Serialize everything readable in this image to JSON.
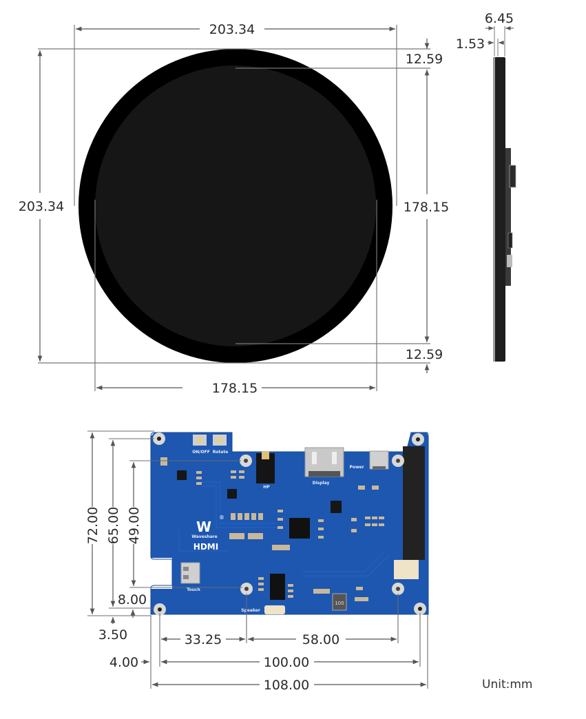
{
  "front_view": {
    "outer_width": "203.34",
    "outer_height": "203.34",
    "display_width": "178.15",
    "display_height": "178.15",
    "bezel_top": "12.59",
    "bezel_bottom": "12.59"
  },
  "side_view": {
    "total_thickness": "6.45",
    "glass_thickness": "1.53"
  },
  "board_view": {
    "height_total": "72.00",
    "height_hole_top": "65.00",
    "height_hole_mid": "49.00",
    "hole_offset_bottom": "8.00",
    "edge_offset_bottom": "3.50",
    "edge_offset_left": "4.00",
    "hole_spacing_left": "33.25",
    "hole_spacing_right": "58.00",
    "hole_spacing_total": "100.00",
    "board_width": "108.00",
    "labels": {
      "onoff": "ON/OFF",
      "rotate": "Rotate",
      "hp": "HP",
      "display": "Display",
      "power": "Power",
      "brand": "Waveshare",
      "hdmi": "HDMI",
      "touch": "Touch",
      "speaker": "Speaker",
      "inductor": "100"
    }
  },
  "unit_label": "Unit:mm",
  "colors": {
    "pcb_blue": "#1d57b0",
    "bezel_black": "#000000",
    "screen_black": "#161616",
    "dim_line": "#6b6b6b"
  }
}
